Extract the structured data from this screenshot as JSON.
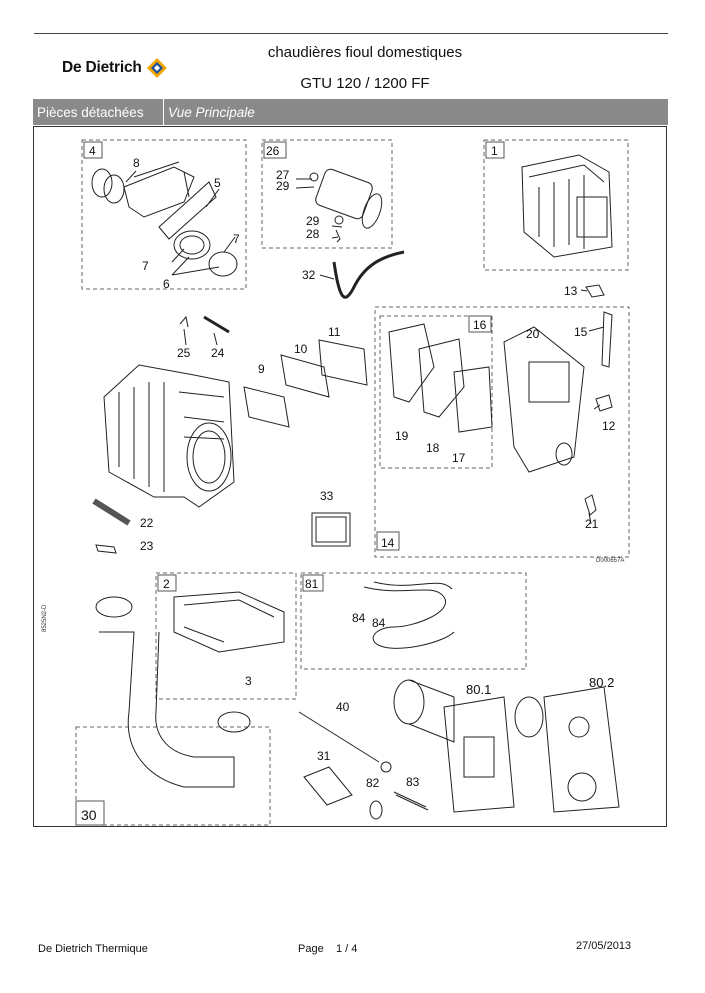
{
  "header": {
    "brand": "De Dietrich",
    "title_line1": "chaudières fioul domestiques",
    "title_line2": "GTU 120 / 1200 FF"
  },
  "section": {
    "label": "Pièces détachées",
    "view": "Vue Principale"
  },
  "diagram": {
    "group_labels": [
      "4",
      "26",
      "1",
      "16",
      "14",
      "2",
      "81",
      "30"
    ],
    "part_labels": [
      "8",
      "5",
      "7",
      "7",
      "6",
      "27",
      "29",
      "29",
      "28",
      "32",
      "13",
      "15",
      "20",
      "25",
      "24",
      "11",
      "10",
      "9",
      "19",
      "18",
      "17",
      "12",
      "22",
      "23",
      "33",
      "21",
      "84",
      "84",
      "3",
      "40",
      "31",
      "82",
      "83",
      "80.1",
      "80.2"
    ],
    "drawing_ref": "D000657A",
    "side_ref": "8525N2-D"
  },
  "footer": {
    "company": "De Dietrich Thermique",
    "page_label": "Page",
    "page_current": "1",
    "page_sep": "/",
    "page_total": "4",
    "date": "27/05/2013"
  }
}
